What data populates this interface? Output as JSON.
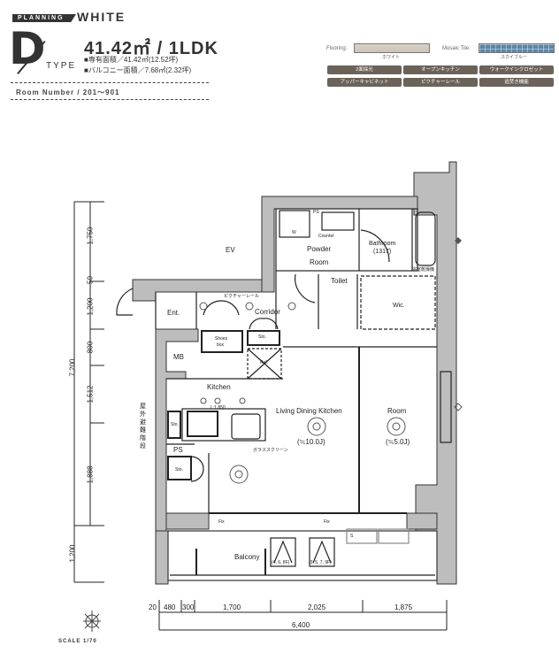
{
  "header": {
    "planning_tag": "PLANNING",
    "color_name": "WHITE",
    "type_letter": "D",
    "type_word": "TYPE",
    "area_title": "41.42㎡ / 1LDK",
    "exclusive_area": "■専有面積／41.42㎡(12.52坪)",
    "balcony_area": "■バルコニー面積／7.68㎡(2.32坪)",
    "room_number": "Room Number / 201～901"
  },
  "finishes": {
    "flooring_label": "Flooring:",
    "flooring_name": "ホワイト",
    "flooring_color": "#d3ccbf",
    "mosaic_label": "Mosaic Tile:",
    "mosaic_name": "スカイブルー",
    "mosaic_color": "#5a86a8"
  },
  "features": [
    {
      "label": "2面採光"
    },
    {
      "label": "オープンキッチン"
    },
    {
      "label": "ウォークインクロゼット"
    },
    {
      "label": "アッパーキャビネット"
    },
    {
      "label": "ピクチャーレール"
    },
    {
      "label": "追焚き機能"
    }
  ],
  "rooms": {
    "ev": "EV",
    "powder_room_1": "Powder",
    "powder_room_2": "Room",
    "counter": "Counter",
    "ps_top": "PS",
    "w": "W",
    "bathroom": "Bathroom",
    "bathroom_size": "(1317)",
    "bath_note": "浴室乾燥機",
    "toilet": "Toilet",
    "wic": "Wic.",
    "entrance": "Ent.",
    "corridor": "Corridor",
    "picture_rail": "ピクチャーレール",
    "shoes_box_1": "Shoes",
    "shoes_box_2": "box",
    "sto_corridor": "Sto.",
    "mb": "MB",
    "ref": "Ref.",
    "ldk": "Living Dining Kitchen",
    "ldk_size": "(≒10.0J)",
    "kitchen": "Kitchen",
    "kitchen_length": "L:1,850",
    "glass_screen": "ガラススクリーン",
    "room": "Room",
    "room_size": "(≒5.0J)",
    "sto_kitchen": "Sto.",
    "ps_kitchen": "PS",
    "sto_lower": "Sto.",
    "outdoor_stairs": "屋外避難階段",
    "balcony": "Balcony",
    "fix_1": "Fix",
    "fix_2": "Fix",
    "partition_1": "(4, 6, 8F)",
    "partition_2": "(3, 5, 7, 9F)",
    "s_box": "S"
  },
  "dimensions": {
    "vertical_total": "7,200",
    "vertical": [
      "1,750",
      "50",
      "1,200",
      "800",
      "1,512",
      "1,888"
    ],
    "vertical_balcony": "1,200",
    "horizontal": [
      "20",
      "480",
      "300",
      "1,700",
      "2,025",
      "1,875"
    ],
    "horizontal_total": "6,400"
  },
  "scale": "SCALE 1/70"
}
